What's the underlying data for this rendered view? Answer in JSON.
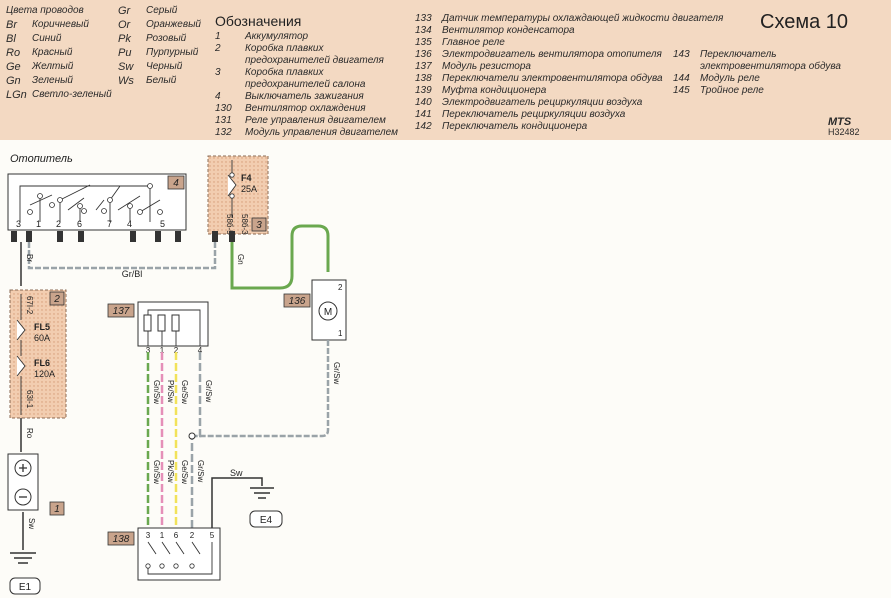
{
  "header": {
    "schema_title": "Схема 10",
    "colors_title": "Цвета проводов",
    "colors_col1": [
      {
        "code": "Br",
        "name": "Коричневый"
      },
      {
        "code": "Bl",
        "name": "Синий"
      },
      {
        "code": "Ro",
        "name": "Красный"
      },
      {
        "code": "Ge",
        "name": "Желтый"
      },
      {
        "code": "Gn",
        "name": "Зеленый"
      },
      {
        "code": "LGn",
        "name": "Светло-зеленый"
      }
    ],
    "colors_col2": [
      {
        "code": "Gr",
        "name": "Серый"
      },
      {
        "code": "Or",
        "name": "Оранжевый"
      },
      {
        "code": "Pk",
        "name": "Розовый"
      },
      {
        "code": "Pu",
        "name": "Пурпурный"
      },
      {
        "code": "Sw",
        "name": "Черный"
      },
      {
        "code": "Ws",
        "name": "Белый"
      }
    ],
    "legend_title": "Обозначения",
    "legend_col1": [
      {
        "num": "1",
        "text": "Аккумулятор"
      },
      {
        "num": "2",
        "text": "Коробка плавких"
      },
      {
        "num": "",
        "text": "предохранителей двигателя"
      },
      {
        "num": "3",
        "text": "Коробка плавких"
      },
      {
        "num": "",
        "text": "предохранителей салона"
      },
      {
        "num": "4",
        "text": "Выключатель зажигания"
      },
      {
        "num": "130",
        "text": "Вентилятор охлаждения"
      },
      {
        "num": "131",
        "text": "Реле управления двигателем"
      },
      {
        "num": "132",
        "text": "Модуль управления двигателем"
      }
    ],
    "legend_col2": [
      {
        "num": "133",
        "text": "Датчик температуры охлаждающей жидкости двигателя"
      },
      {
        "num": "134",
        "text": "Вентилятор конденсатора"
      },
      {
        "num": "135",
        "text": "Главное реле"
      },
      {
        "num": "136",
        "text": "Электродвигатель вентилятора отопителя"
      },
      {
        "num": "137",
        "text": "Модуль резистора"
      },
      {
        "num": "138",
        "text": "Переключатели электровентилятора обдува"
      },
      {
        "num": "139",
        "text": "Муфта кондиционера"
      },
      {
        "num": "140",
        "text": "Электродвигатель рециркуляции воздуха"
      },
      {
        "num": "141",
        "text": "Переключатель рециркуляции воздуха"
      },
      {
        "num": "142",
        "text": "Переключатель кондиционера"
      }
    ],
    "legend_col3": [
      {
        "num": "143",
        "text": "Переключатель"
      },
      {
        "num": "",
        "text": "электровентилятора обдува"
      },
      {
        "num": "144",
        "text": "Модуль реле"
      },
      {
        "num": "145",
        "text": "Тройное реле"
      }
    ],
    "mts_logo": "MTS",
    "ref_code": "H32482"
  },
  "diagram": {
    "section_title": "Отопитель",
    "wire_colors": {
      "gray": "#9aa3a8",
      "green": "#6aa84f",
      "pink": "#e58fb8",
      "yellow": "#f2e25a",
      "black": "#333333",
      "fuse_box_fill": "#f2cdb0"
    },
    "components": {
      "ignition_switch": {
        "num": "4",
        "pins": [
          "3",
          "1",
          "2",
          "6",
          "7",
          "4",
          "5"
        ]
      },
      "interior_fuse_box": {
        "num": "3",
        "fuse": "F4",
        "rating": "25A",
        "pin_left": "58б-5",
        "pin_right": "58б-3"
      },
      "engine_fuse_box": {
        "num": "2",
        "pin_top": "67І-2",
        "fuse1": "FL5",
        "fuse1_rating": "60A",
        "fuse2": "FL6",
        "fuse2_rating": "120A",
        "pin_bottom": "63І-1"
      },
      "battery": {
        "num": "1",
        "ground": "E1"
      },
      "resistor_module": {
        "num": "137",
        "pins": [
          "3",
          "1",
          "2",
          "4"
        ]
      },
      "blower_motor": {
        "num": "136",
        "pin_top": "2",
        "pin_bottom": "1"
      },
      "blower_switch": {
        "num": "138",
        "pins": [
          "3",
          "1",
          "6",
          "2",
          "5"
        ]
      },
      "ground_e4": "E4"
    },
    "wire_labels": {
      "w_br": "Br",
      "w_grbl": "Gr/Bl",
      "w_gn": "Gn",
      "w_ro": "Ro",
      "w_sw_batt": "Sw",
      "w_grsw_motor": "Gr/Sw",
      "w_sw_e4": "Sw",
      "r_grsw1": "Gn/Sw",
      "r_pksw": "Pk/Sw",
      "r_gesw": "Ge/Sw",
      "r_grsw2": "Gr/Sw",
      "s_gnsw": "Gn/Sw",
      "s_pksw": "Pk/Sw",
      "s_gesw": "Ge/Sw",
      "s_grsw": "Gr/Sw"
    }
  }
}
